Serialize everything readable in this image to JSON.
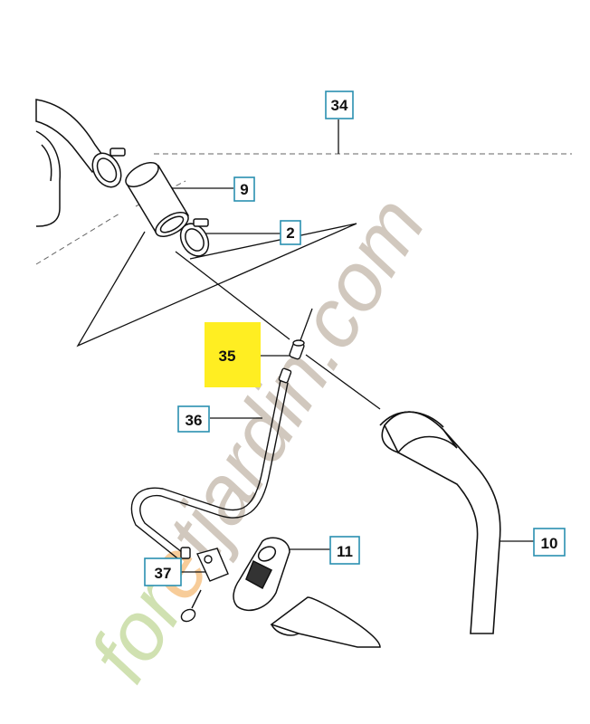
{
  "callouts": [
    {
      "id": "c34",
      "label": "34"
    },
    {
      "id": "c9",
      "label": "9"
    },
    {
      "id": "c2",
      "label": "2"
    },
    {
      "id": "c35",
      "label": "35",
      "highlight": "#ffee22"
    },
    {
      "id": "c36",
      "label": "36"
    },
    {
      "id": "c10",
      "label": "10"
    },
    {
      "id": "c11",
      "label": "11"
    },
    {
      "id": "c37",
      "label": "37"
    }
  ],
  "watermark": {
    "text_before": "for",
    "text_accent": "e",
    "text_after": "tjardin.com",
    "green": "#c8dca4",
    "orange": "#f6c488",
    "gray": "#c9bfb3"
  },
  "colors": {
    "callout_border": "#2a8fb0",
    "line": "#111111"
  }
}
